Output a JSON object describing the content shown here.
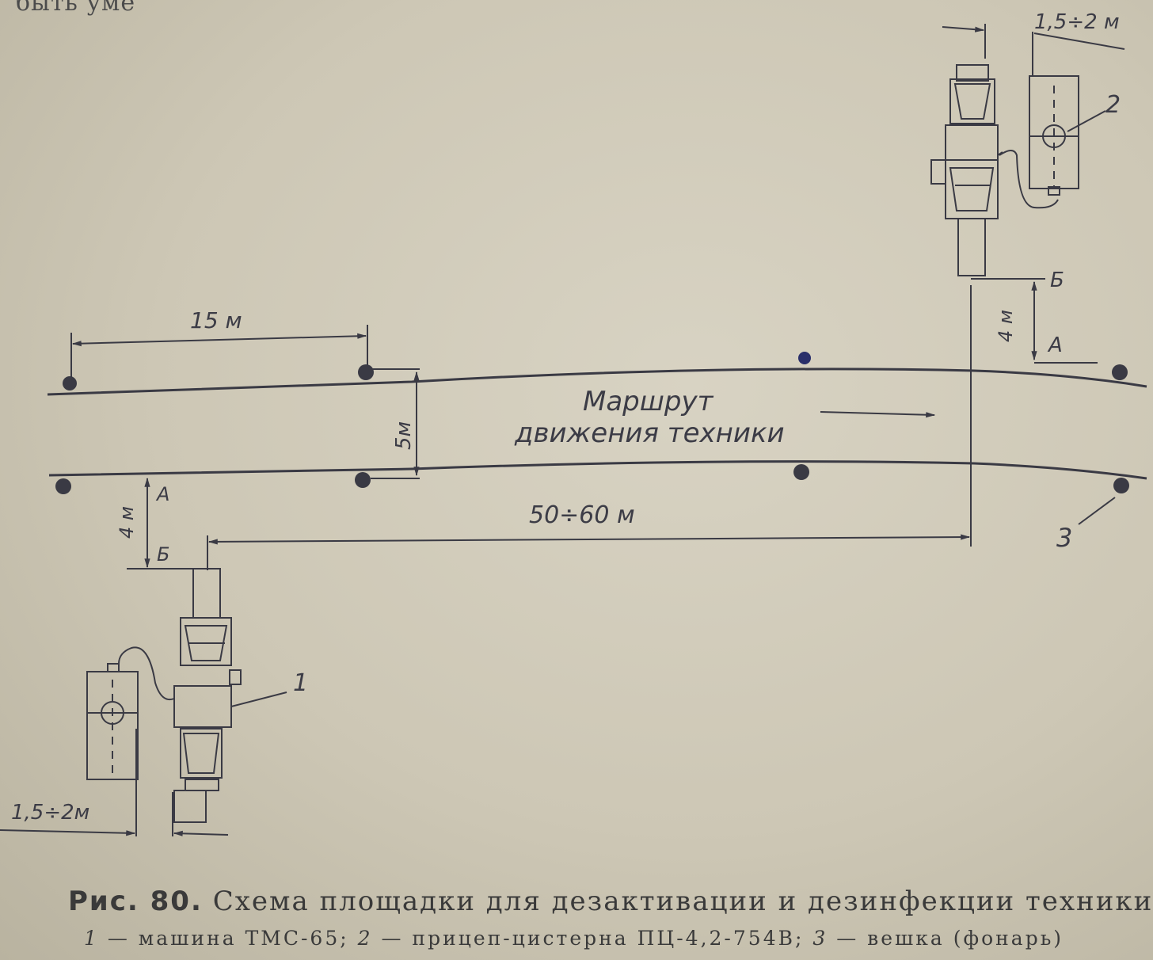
{
  "top_fragment": "быть уме",
  "labels": {
    "dim_15m": "15 м",
    "dim_5m": "5м",
    "dim_4m_left": "4 м",
    "dim_4m_right": "4 м",
    "dim_50_60m": "50÷60 м",
    "dim_15_2m_top": "1,5÷2 м",
    "dim_15_2m_bottom": "1,5÷2м",
    "point_a_left": "А",
    "point_b_left": "Б",
    "point_a_right": "А",
    "point_b_right": "Б",
    "route_line1": "Маршрут",
    "route_line2": "движения техники",
    "callout_1": "1",
    "callout_2": "2",
    "callout_3": "3"
  },
  "caption": {
    "figure_ref": "Рис. 80.",
    "title": "Схема площадки для дезактивации и дезинфекции техники:",
    "legend": [
      {
        "num": "1",
        "text": "— машина ТМС-65;"
      },
      {
        "num": "2",
        "text": "— прицеп-цистерна ПЦ-4,2-754В;"
      },
      {
        "num": "3",
        "text": "— вешка (фонарь)"
      }
    ]
  }
}
